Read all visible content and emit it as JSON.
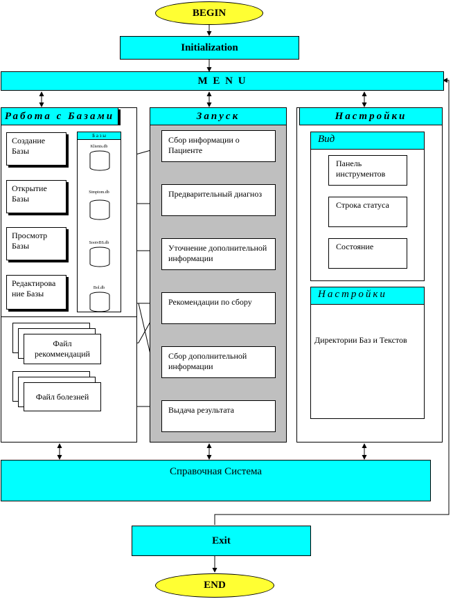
{
  "begin": "BEGIN",
  "init": "Initialization",
  "menu": "M E N U",
  "columns": {
    "bases": {
      "title": "Работа с Базами",
      "actions": [
        "Создание Базы",
        "Открытие Базы",
        "Просмотр Базы",
        "Редактирова ние Базы"
      ],
      "db_title": "Б а з ы",
      "dbs": [
        "Klients.db",
        "Simptom.db",
        "SootvBS.db",
        "Bol.db"
      ],
      "files": [
        "Файл рекоммендаций",
        "Файл болезней"
      ]
    },
    "run": {
      "title": "Запуск",
      "steps": [
        "Сбор информации о Пациенте",
        "Предварительный диагноз",
        "Уточнение дополнительной информации",
        "Рекомендации по сбору",
        "Сбор дополнительной информации",
        "Выдача результата"
      ]
    },
    "settings": {
      "title": "Настройки",
      "view_title": "Вид",
      "view_items": [
        "Панель инструментов",
        "Строка статуса",
        "Состояние"
      ],
      "sub_title": "Настройки",
      "sub_text": "Директории Баз и Текстов"
    }
  },
  "help": "Справочная Система",
  "exit": "Exit",
  "end": "END",
  "colors": {
    "cyan": "#00ffff",
    "yellow": "#ffff33",
    "gray": "#bfbfbf"
  }
}
